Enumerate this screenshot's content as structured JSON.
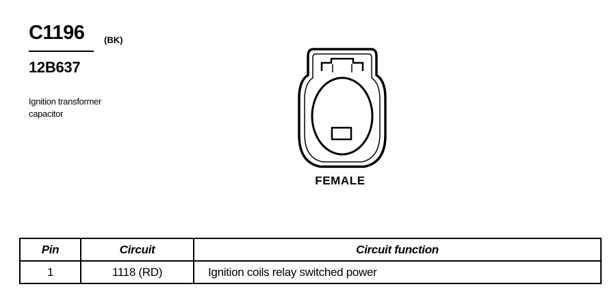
{
  "connector": {
    "id": "C1196",
    "color_code": "(BK)",
    "part_number": "12B637",
    "description_lines": [
      "Ignition transformer",
      "capacitor"
    ],
    "gender": "FEMALE"
  },
  "pin_table": {
    "headers": [
      "Pin",
      "Circuit",
      "Circuit function"
    ],
    "rows": [
      {
        "pin": "1",
        "circuit": "1118 (RD)",
        "function": "Ignition coils relay switched power"
      }
    ]
  }
}
